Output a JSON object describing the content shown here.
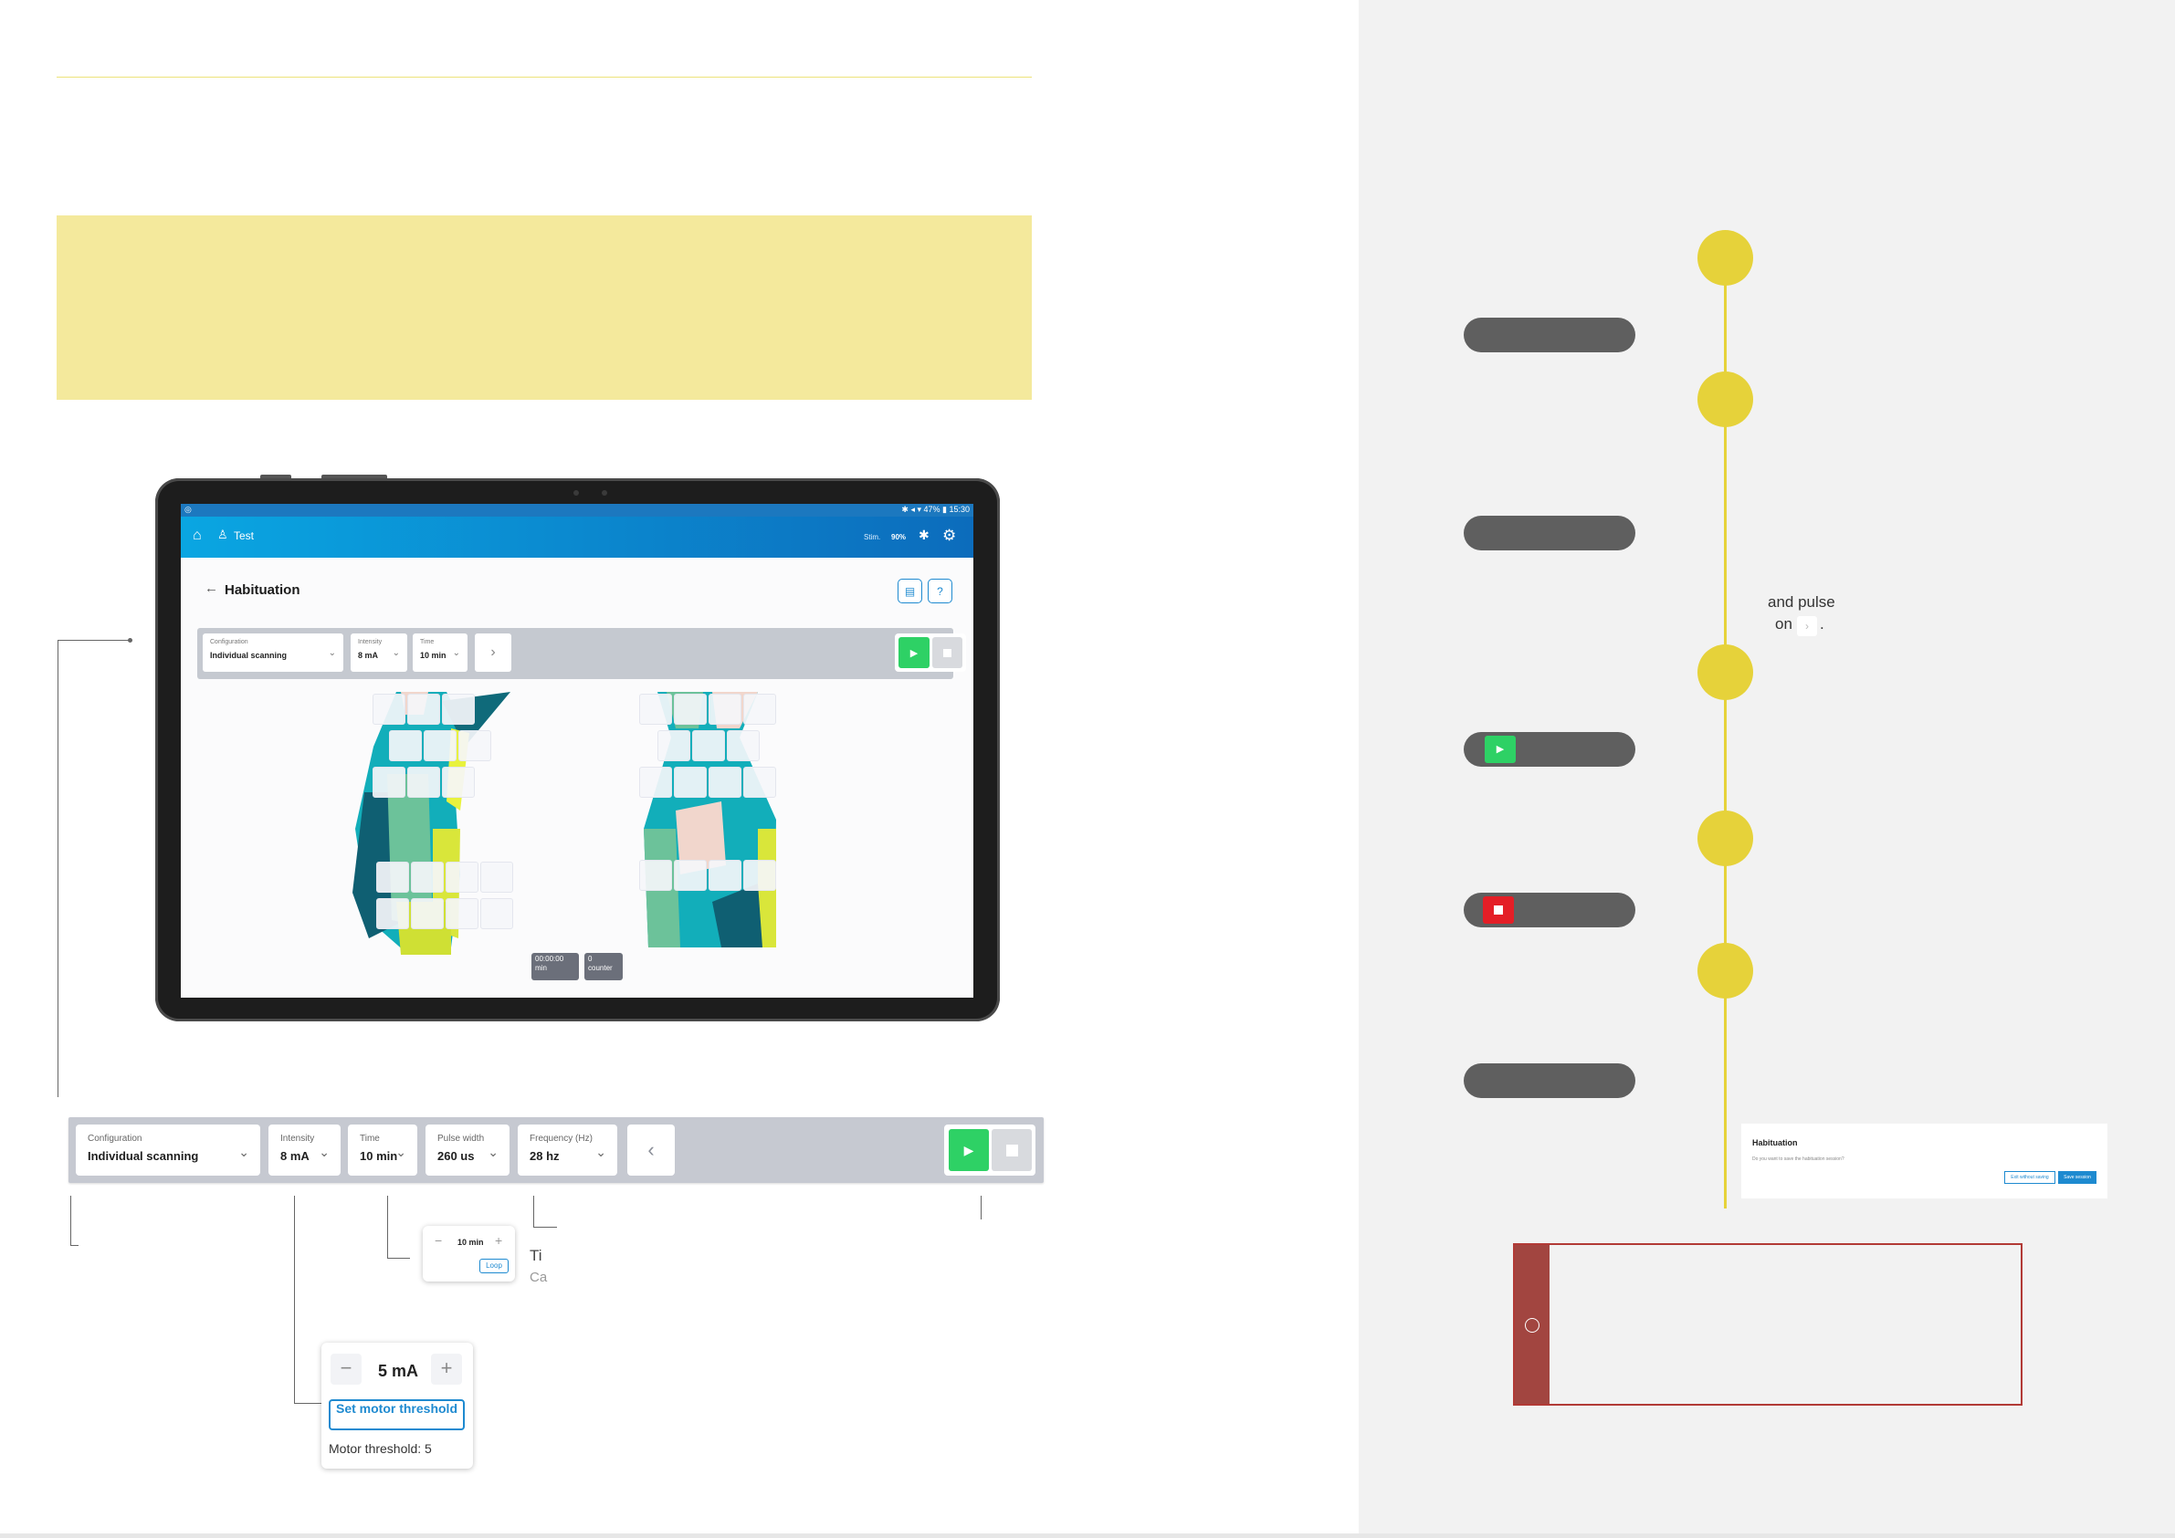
{
  "colors": {
    "accent_yellow": "#e6d23a",
    "banner_yellow": "#f4e99c",
    "play_green": "#2ed165",
    "stop_red": "#e41e26",
    "warning_red": "#a24540",
    "app_blue": "#0c6cbc"
  },
  "tablet": {
    "status_right": "✱ ◂ ▾ 47% ▮ 15:30",
    "user_name": "Test",
    "appbar_small_1": "Stim.",
    "appbar_small_2": "90%",
    "title": "Habituation",
    "toolbar": {
      "config_label": "Configuration",
      "config_value": "Individual scanning",
      "intensity_label": "Intensity",
      "intensity_value": "8 mA",
      "time_label": "Time",
      "time_value": "10 min"
    },
    "timer_value": "00:00:00",
    "timer_unit": "min",
    "counter_value": "0",
    "counter_unit": "counter"
  },
  "detail_toolbar": {
    "config_label": "Configuration",
    "config_value": "Individual scanning",
    "intensity_label": "Intensity",
    "intensity_value": "8 mA",
    "time_label": "Time",
    "time_value": "10 min",
    "pulse_label": "Pulse width",
    "pulse_value": "260 us",
    "freq_label": "Frequency (Hz)",
    "freq_value": "28 hz"
  },
  "time_popup": {
    "value": "10 min",
    "loop_label": "Loop"
  },
  "time_caption_1": "Ti",
  "time_caption_2": "Ca",
  "intensity_popup": {
    "value": "5 mA",
    "button_label": "Set motor threshold",
    "threshold_text": "Motor threshold: 5"
  },
  "right_text_1": "and pulse",
  "right_text_2": "on",
  "right_text_2_end": ".",
  "dialog": {
    "title": "Habituation",
    "body": "Do you want to save the habituation session?",
    "btn_exit": "Exit without saving",
    "btn_save": "Save session"
  }
}
